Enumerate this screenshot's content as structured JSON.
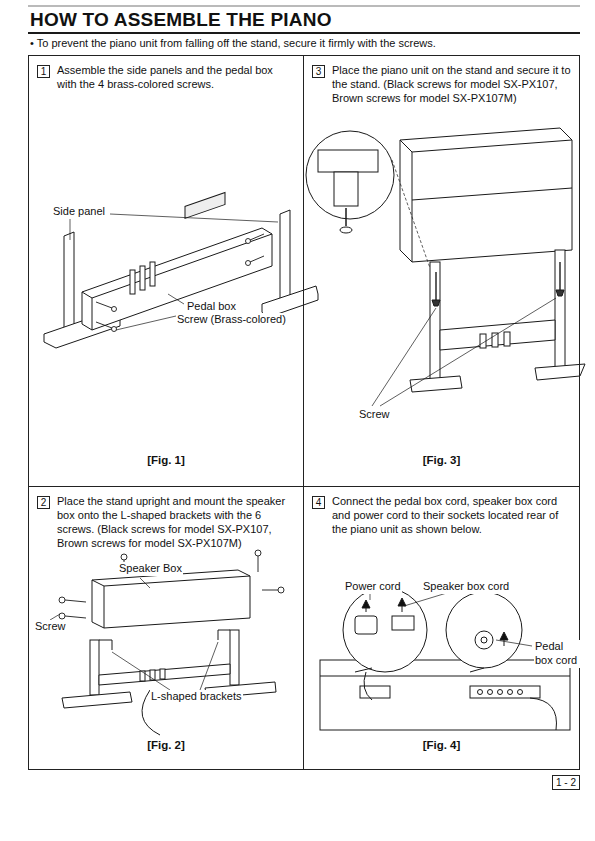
{
  "diagram": {
    "title": "HOW TO ASSEMBLE THE PIANO",
    "nodes": [
      {
        "text": [
          "Assemble the side panels and the pedal box with the 4 brass-colored screws.",
          "[Fig. 1]"
        ]
      },
      {
        "text": [
          "1"
        ],
        "in": 0
      },
      {
        "text": [
          "Place the piano unit on the stand and secure it to the stand. (Black screws for model SX-PX107, Brown screws for model SX-PX107M)",
          "[Fig. 3]"
        ]
      },
      {
        "text": [
          "3"
        ],
        "in": 2
      },
      {
        "text": [
          "Place the stand upright and mount the speaker box onto the L-shaped brackets with the 6 screws. (Black screws for model SX-PX107, Brown screws for model SX-PX107M)",
          "[Fig. 2]"
        ]
      },
      {
        "text": [
          "2"
        ],
        "in": 4
      },
      {
        "text": [
          "Connect the pedal box cord, speaker box cord and power cord to their sockets located rear of the piano unit as shown below.",
          "[Fig. 4]"
        ]
      },
      {
        "text": [
          "4"
        ],
        "in": 6
      },
      {
        "text": [
          "1 - 2"
        ]
      }
    ],
    "labels": [
      "• To prevent the piano unit from falling off the stand, secure it firmly with the screws.",
      "Side panel",
      "Pedal box",
      "Screw (Brass-colored)",
      "Screw",
      "Speaker Box",
      "Screw",
      "L-shaped brackets",
      "Power cord",
      "Speaker box cord",
      "Pedal box cord"
    ]
  }
}
